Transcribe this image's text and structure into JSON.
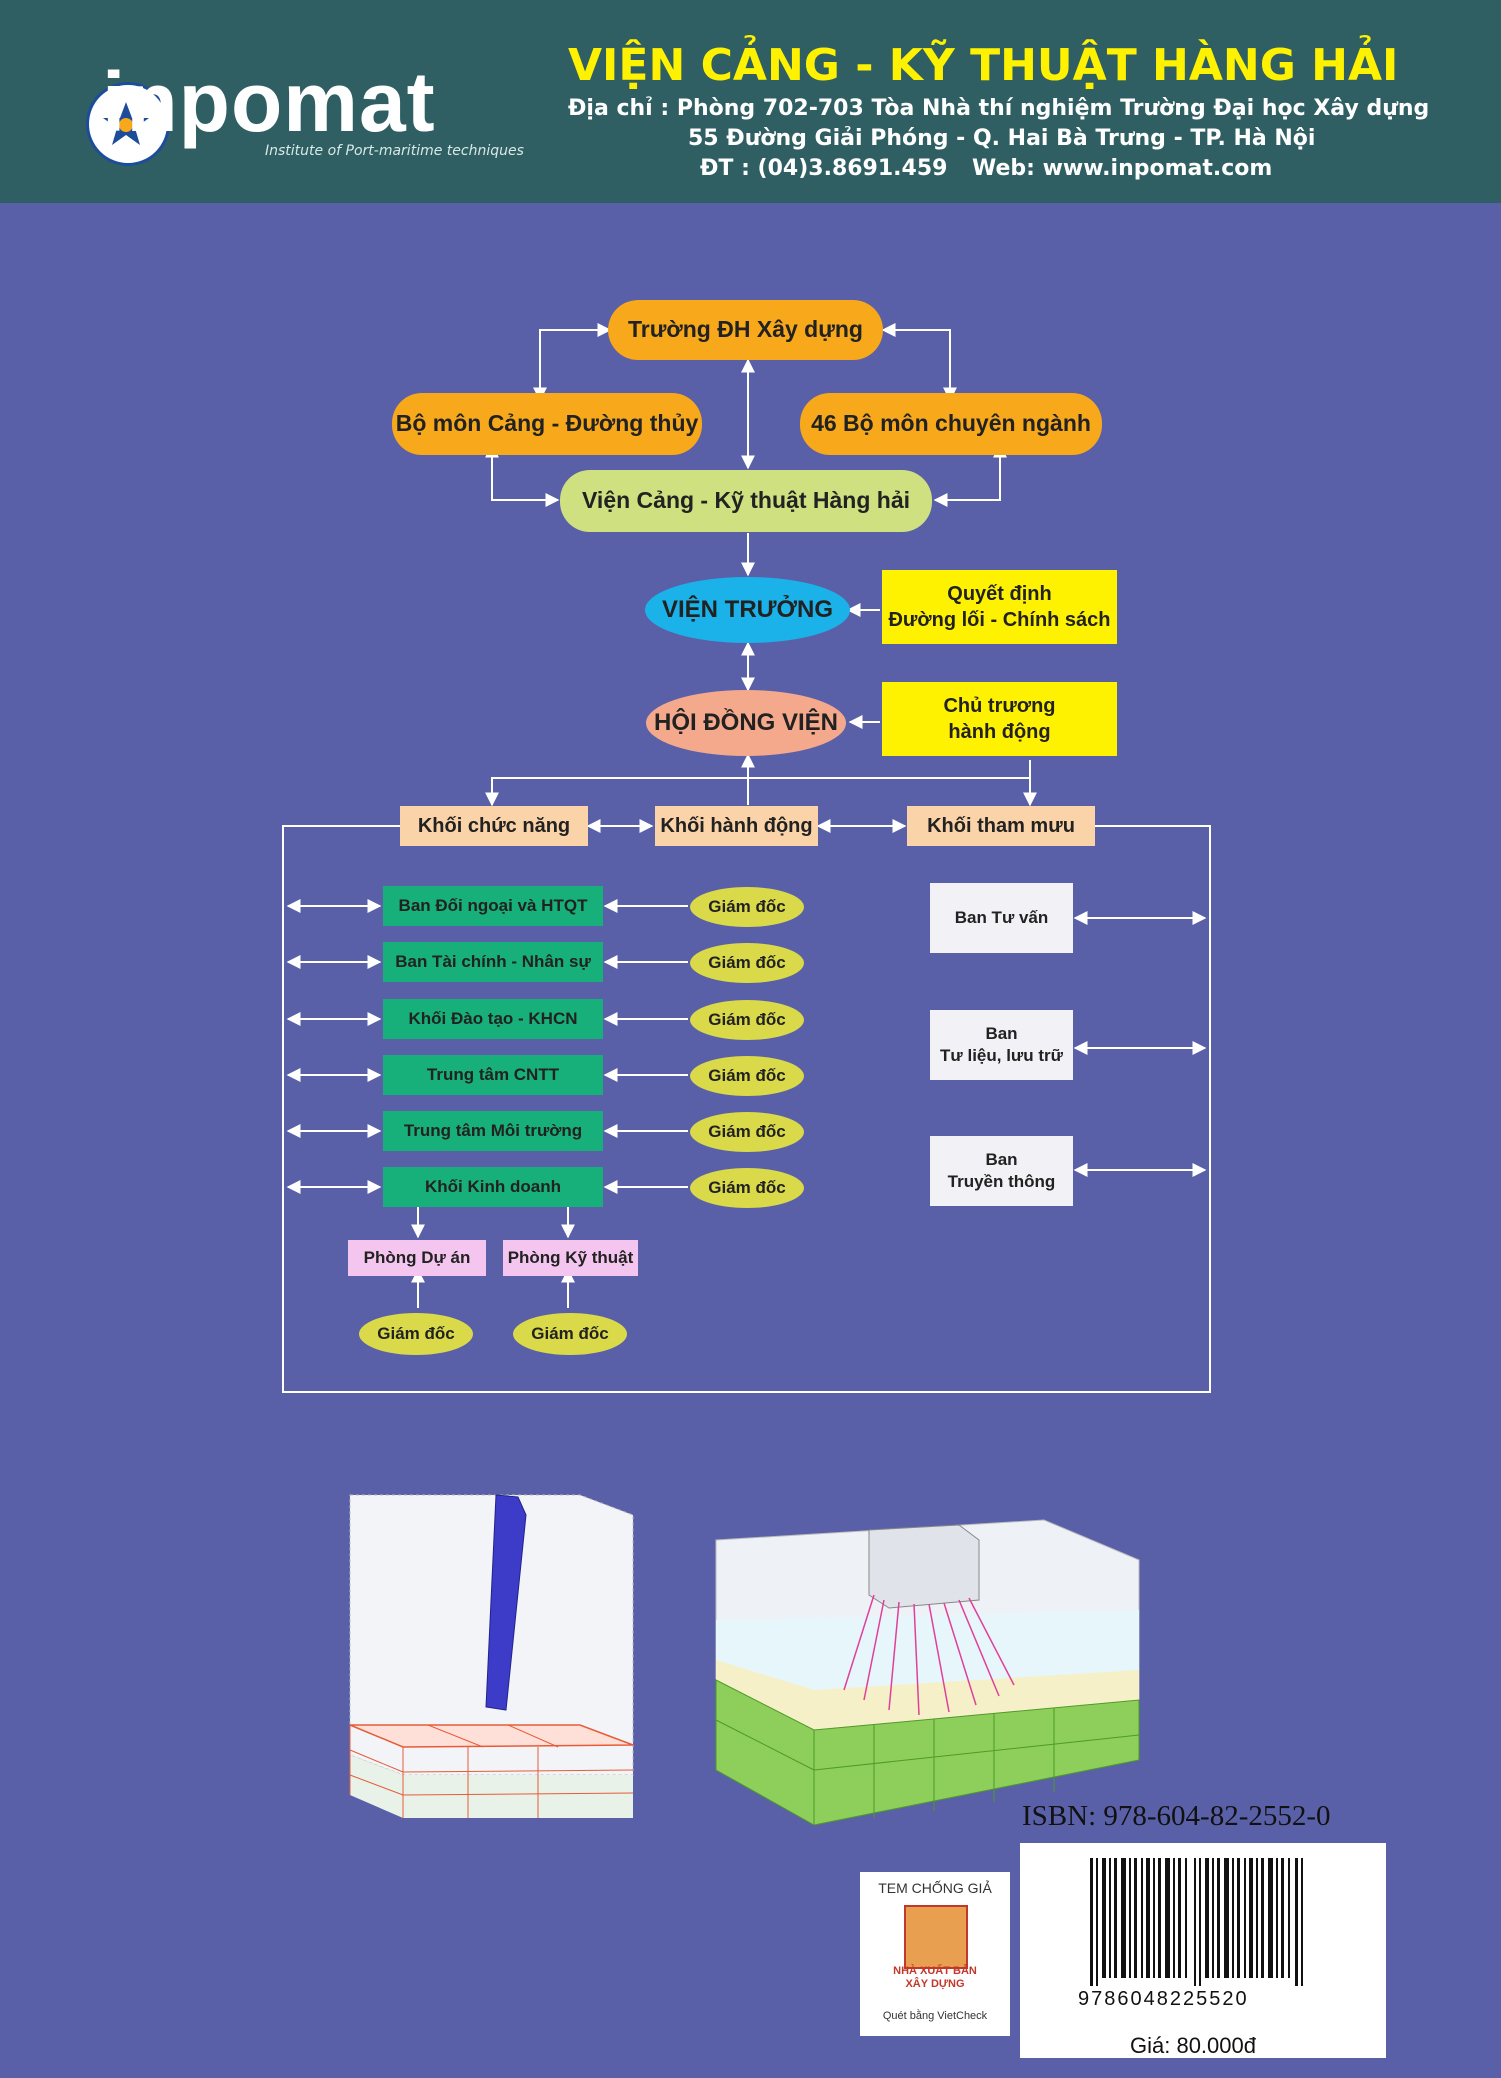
{
  "header": {
    "logo_text": "inpomat",
    "logo_subtitle": "Institute of Port-maritime techniques",
    "institute_name": "VIỆN CẢNG - KỸ THUẬT HÀNG HẢI",
    "address_line1": "Địa chỉ : Phòng 702-703 Tòa Nhà thí nghiệm Trường Đại học Xây dựng",
    "address_line2": "55 Đường Giải Phóng - Q. Hai Bà Trưng - TP. Hà Nội",
    "phone": "ĐT : (04)3.8691.459",
    "web": "Web: www.inpomat.com"
  },
  "diagram": {
    "university": "Trường ĐH Xây dựng",
    "dept_port": "Bộ môn Cảng - Đường thủy",
    "dept_46": "46 Bộ môn chuyên ngành",
    "institute": "Viện Cảng - Kỹ thuật Hàng hải",
    "director": "VIỆN TRƯỞNG",
    "decision_line1": "Quyết định",
    "decision_line2": "Đường lối - Chính sách",
    "council": "HỘI ĐỒNG VIỆN",
    "policy_line1": "Chủ trương",
    "policy_line2": "hành động",
    "block_function": "Khối chức năng",
    "block_action": "Khối hành động",
    "block_advisory": "Khối tham mưu",
    "units": [
      "Ban Đối ngoại và HTQT",
      "Ban Tài chính - Nhân sự",
      "Khối Đào tạo - KHCN",
      "Trung tâm CNTT",
      "Trung tâm Môi trường",
      "Khối Kinh doanh"
    ],
    "manager_label": "Giám đốc",
    "advisory": [
      {
        "line1": "Ban Tư vấn",
        "line2": ""
      },
      {
        "line1": "Ban",
        "line2": "Tư liệu, lưu trữ"
      },
      {
        "line1": "Ban",
        "line2": "Truyền thông"
      }
    ],
    "room_project": "Phòng Dự án",
    "room_tech": "Phòng Kỹ thuật"
  },
  "back_matter": {
    "isbn": "ISBN: 978-604-82-2552-0",
    "barcode_digits": "9786048225520",
    "price": "Giá: 80.000đ",
    "stamp_title": "TEM CHỐNG GIẢ",
    "stamp_publisher_line1": "NHÀ XUẤT BẢN",
    "stamp_publisher_line2": "XÂY DỰNG",
    "stamp_scan": "Quét bằng VietCheck"
  },
  "colors": {
    "background": "#5a60a8",
    "header": "#2f5f62",
    "title_yellow": "#fff200",
    "orange": "#f7a81b",
    "green_unit": "#17b07a",
    "manager_oval": "#d9d94a"
  }
}
